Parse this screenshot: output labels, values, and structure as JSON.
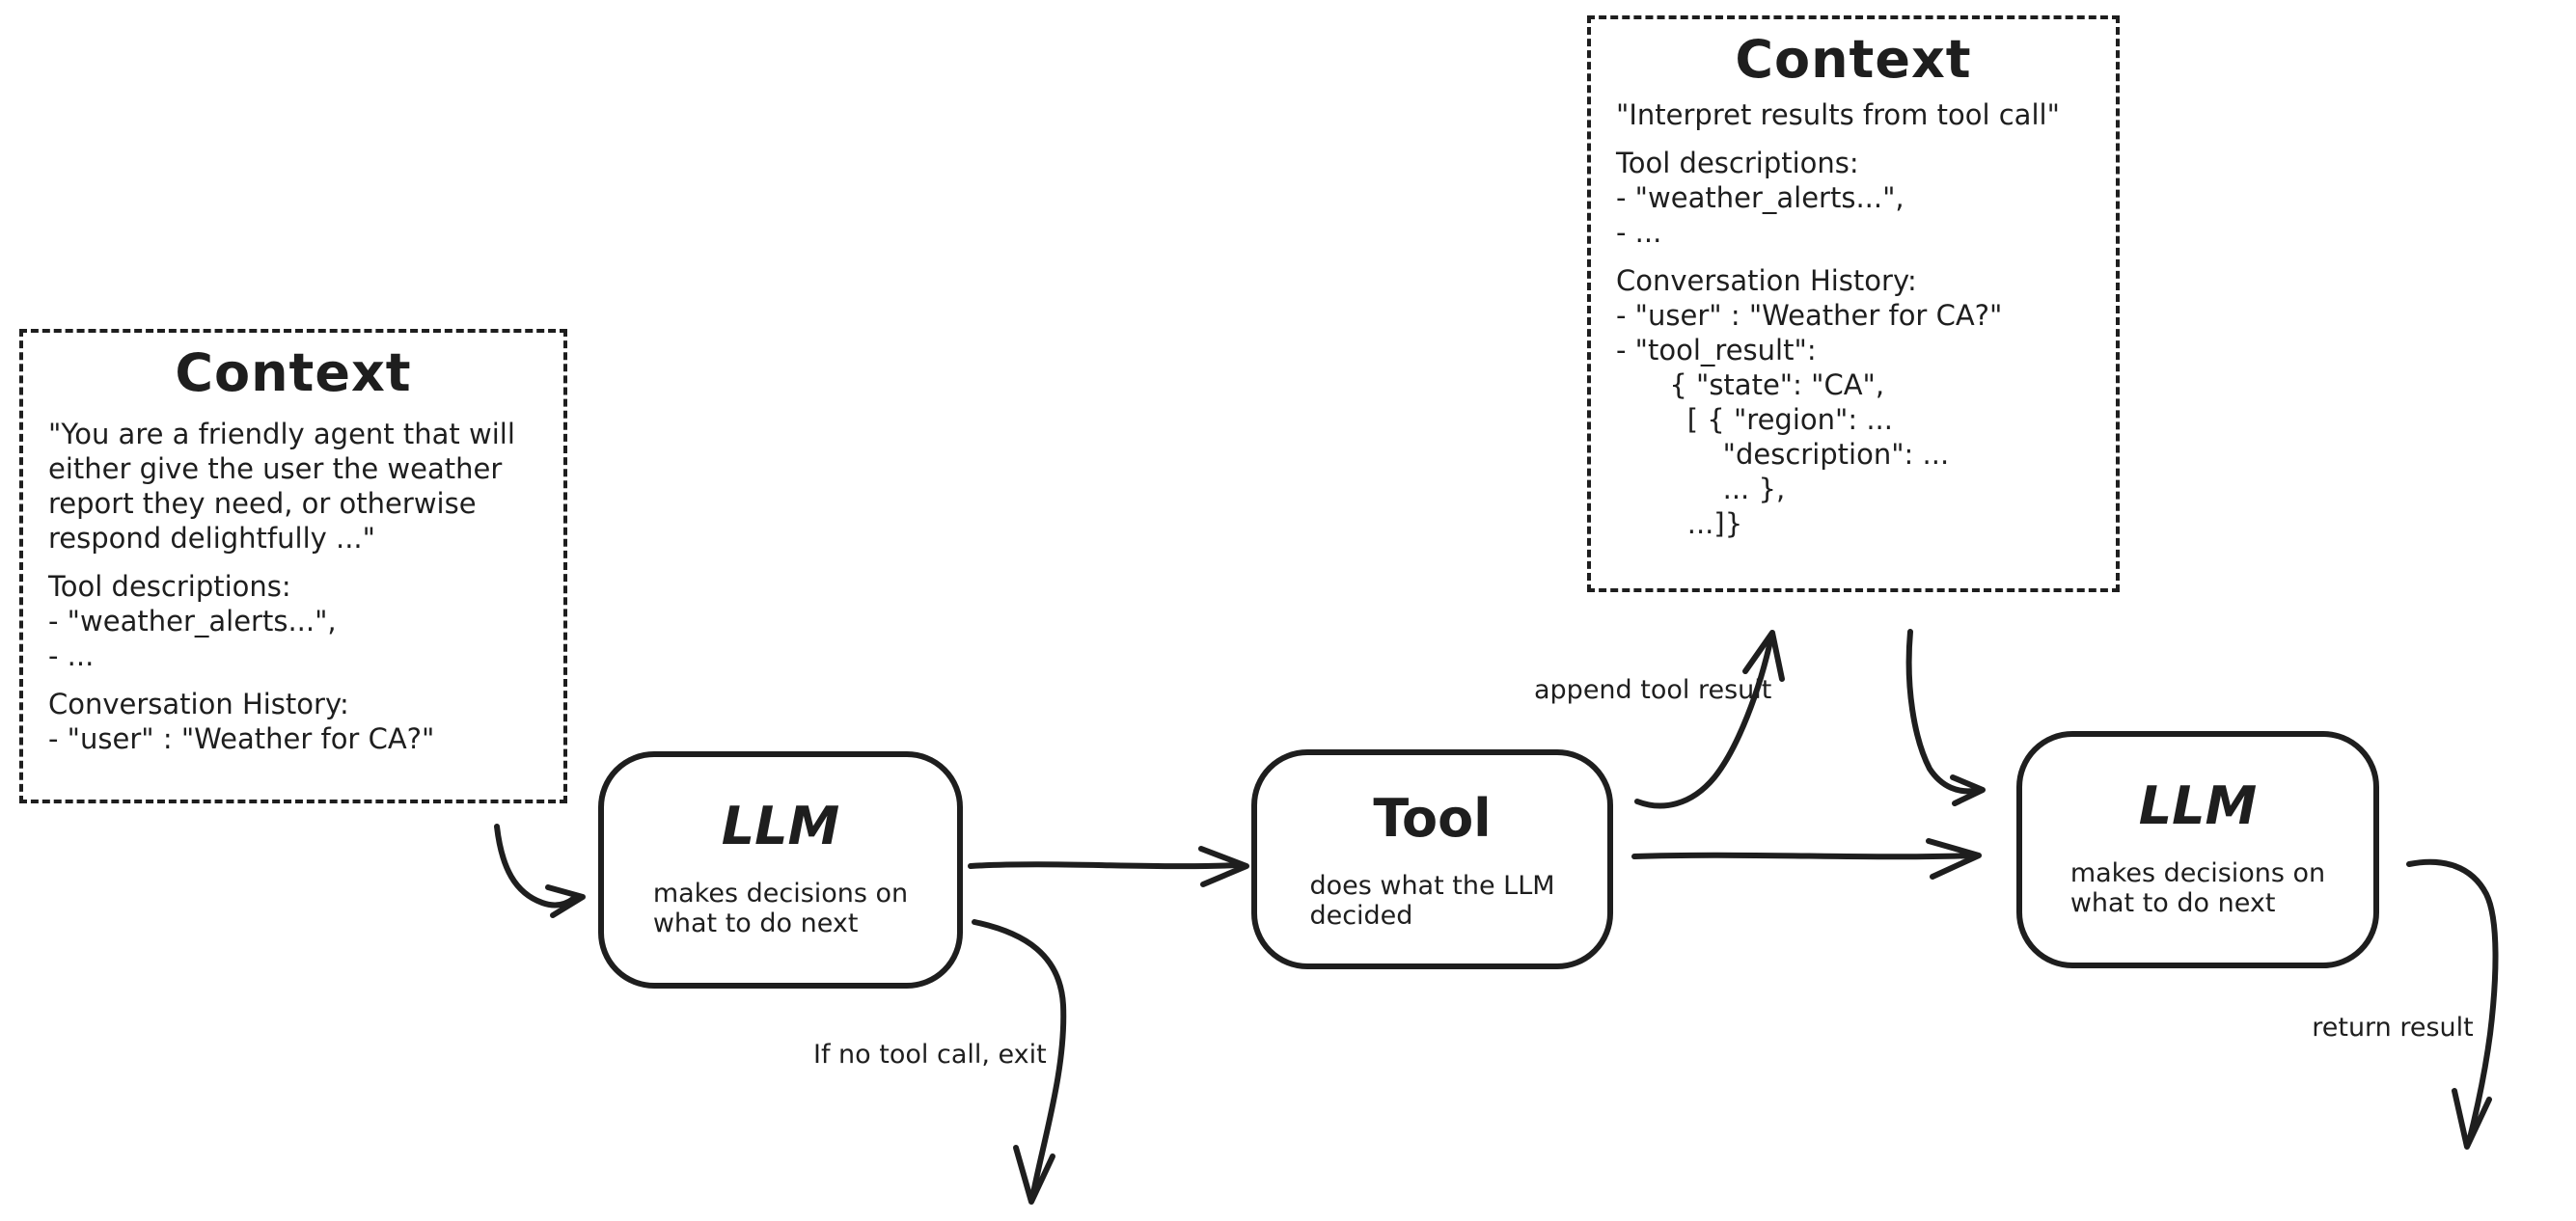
{
  "canvas": {
    "background": "#ffffff",
    "ink": "#1e1e1e"
  },
  "context_left": {
    "title": "Context",
    "lines": [
      "\"You are a friendly agent that will",
      "either give the user the weather",
      "report they need, or otherwise",
      "respond delightfully ...\"",
      "",
      "Tool descriptions:",
      "- \"weather_alerts...\",",
      "- ...",
      "",
      "Conversation History:",
      "- \"user\" : \"Weather for CA?\""
    ]
  },
  "context_top": {
    "title": "Context",
    "lines": [
      "\"Interpret results from tool call\"",
      "",
      "Tool descriptions:",
      "- \"weather_alerts...\",",
      "- ...",
      "",
      "Conversation History:",
      "- \"user\" : \"Weather for CA?\"",
      "- \"tool_result\":",
      "      { \"state\": \"CA\",",
      "        [ { \"region\": ...",
      "            \"description\": ...",
      "            ... },",
      "        ...]}"
    ]
  },
  "nodes": {
    "llm_left": {
      "title": "LLM",
      "subtitle": "makes decisions on\nwhat to do next"
    },
    "tool": {
      "title": "Tool",
      "subtitle": "does what the LLM\ndecided"
    },
    "llm_right": {
      "title": "LLM",
      "subtitle": "makes decisions on\nwhat to do next"
    }
  },
  "edge_labels": {
    "append_tool_result": "append tool result",
    "if_no_tool_call_exit": "If no tool call, exit",
    "return_result": "return result"
  }
}
